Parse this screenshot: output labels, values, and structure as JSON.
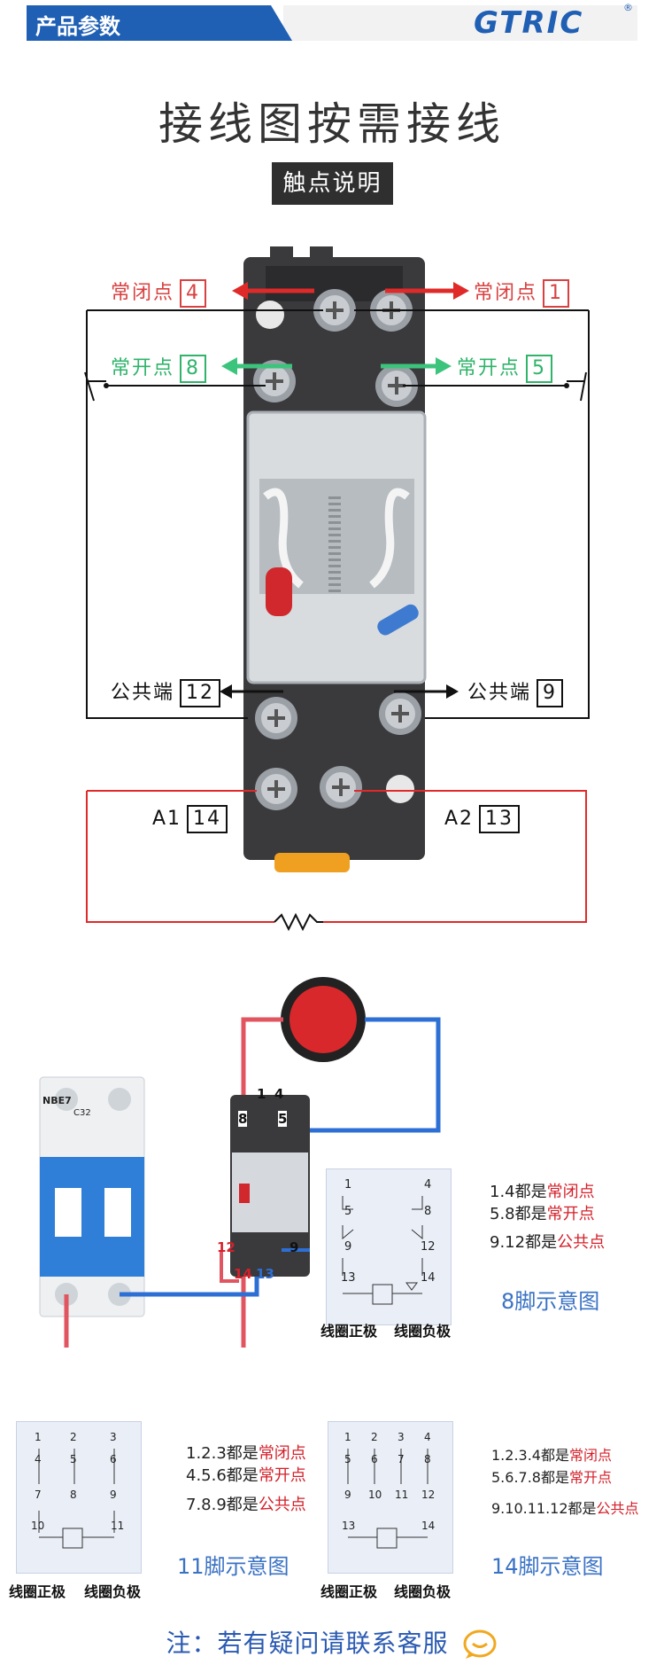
{
  "header": {
    "title": "产品参数",
    "brand": "GTRIC",
    "reg": "®"
  },
  "title": "接线图按需接线",
  "badge": "触点说明",
  "contacts": {
    "nc_left": {
      "label": "常闭点",
      "num": "4"
    },
    "nc_right": {
      "label": "常闭点",
      "num": "1"
    },
    "no_left": {
      "label": "常开点",
      "num": "8"
    },
    "no_right": {
      "label": "常开点",
      "num": "5"
    },
    "com_left": {
      "label": "公共端",
      "num": "12"
    },
    "com_right": {
      "label": "公共端",
      "num": "9"
    },
    "a1": {
      "label": "A1",
      "num": "14"
    },
    "a2": {
      "label": "A2",
      "num": "13"
    }
  },
  "wiring": {
    "breaker_model": "NBE7",
    "breaker_rating": "C32",
    "relay_terms": [
      "1",
      "4",
      "8",
      "5",
      "12",
      "9",
      "14",
      "13"
    ]
  },
  "diagram8": {
    "pins": [
      "1",
      "4",
      "5",
      "8",
      "9",
      "12",
      "13",
      "14"
    ],
    "notes": [
      {
        "prefix": "1.4都是",
        "hl": "常闭点"
      },
      {
        "prefix": "5.8都是",
        "hl": "常开点"
      },
      {
        "prefix": "9.12都是",
        "hl": "公共点"
      }
    ],
    "caption": "8脚示意图",
    "coil_pos": "线圈正极",
    "coil_neg": "线圈负极"
  },
  "diagram11": {
    "pins": [
      "1",
      "2",
      "3",
      "4",
      "5",
      "6",
      "7",
      "8",
      "9",
      "10",
      "11"
    ],
    "notes": [
      {
        "prefix": "1.2.3都是",
        "hl": "常闭点"
      },
      {
        "prefix": "4.5.6都是",
        "hl": "常开点"
      },
      {
        "prefix": "7.8.9都是",
        "hl": "公共点"
      }
    ],
    "caption": "11脚示意图",
    "coil_pos": "线圈正极",
    "coil_neg": "线圈负极"
  },
  "diagram14": {
    "pins": [
      "1",
      "2",
      "3",
      "4",
      "5",
      "6",
      "7",
      "8",
      "9",
      "10",
      "11",
      "12",
      "13",
      "14"
    ],
    "notes": [
      {
        "prefix": "1.2.3.4都是",
        "hl": "常闭点"
      },
      {
        "prefix": "5.6.7.8都是",
        "hl": "常开点"
      },
      {
        "prefix": "9.10.11.12都是",
        "hl": "公共点"
      }
    ],
    "caption": "14脚示意图",
    "coil_pos": "线圈正极",
    "coil_neg": "线圈负极"
  },
  "footer": "注：若有疑问请联系客服"
}
